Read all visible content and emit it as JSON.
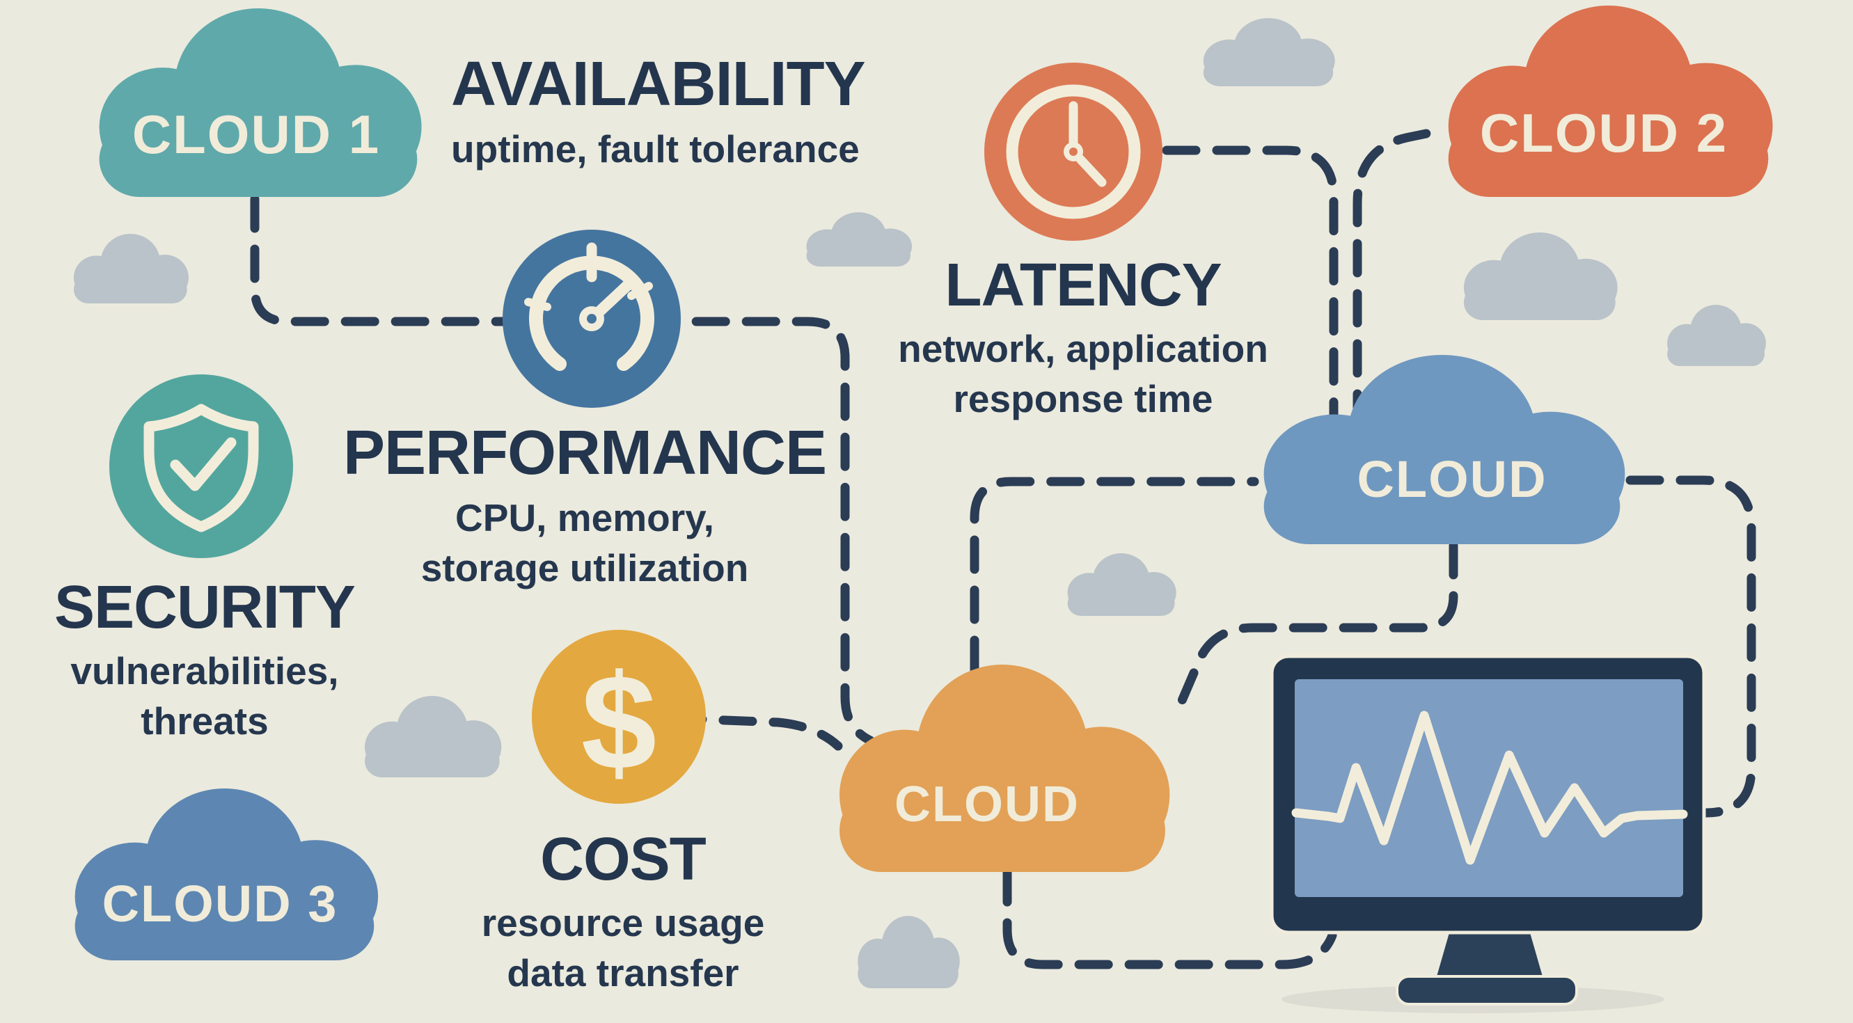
{
  "page_title": "Cloud Monitoring Infographic",
  "palette": {
    "background": "#ebeade",
    "heading_text": "#24364e",
    "connector": "#2b3c55",
    "cloud_label_cream": "#f1ecd9",
    "icon_cream": "#f2edda",
    "decorative_cloud_gray": "#b9c3c9",
    "monitor_body": "#22374e",
    "monitor_screen": "#7d9dc2",
    "monitor_stand": "#2b4159",
    "shadow": "#dcdcd2"
  },
  "clouds": {
    "cloud1": {
      "label": "CLOUD 1",
      "color": "#5fa9ab"
    },
    "cloud2": {
      "label": "CLOUD 2",
      "color": "#dc7250"
    },
    "cloud_center_blue": {
      "label": "CLOUD",
      "color": "#6f98c0"
    },
    "cloud_center_orange": {
      "label": "CLOUD",
      "color": "#e2a156"
    },
    "cloud3": {
      "label": "CLOUD 3",
      "color": "#5d87b2"
    }
  },
  "metrics": {
    "availability": {
      "title": "AVAILABILITY",
      "subtitle_line1": "uptime, fault tolerance"
    },
    "performance": {
      "title": "PERFORMANCE",
      "subtitle_line1": "CPU, memory,",
      "subtitle_line2": "storage utilization",
      "icon": "gauge-icon",
      "icon_color": "#44759f"
    },
    "latency": {
      "title": "LATENCY",
      "subtitle_line1": "network, application",
      "subtitle_line2": "response time",
      "icon": "clock-icon",
      "icon_color": "#dc7a55"
    },
    "security": {
      "title": "SECURITY",
      "subtitle_line1": "vulnerabilities,",
      "subtitle_line2": "threats",
      "icon": "shield-check-icon",
      "icon_color": "#53a69e"
    },
    "cost": {
      "title": "COST",
      "subtitle_line1": "resource usage",
      "subtitle_line2": "data transfer",
      "icon": "dollar-icon",
      "icon_color": "#e3a83f",
      "icon_glyph": "$"
    }
  },
  "monitor": {
    "description": "desktop monitor showing waveform pulse line",
    "body_color": "#22374e",
    "screen_color": "#7d9dc2",
    "waveform_color": "#f2edda"
  },
  "connector_style": {
    "color": "#2b3c55",
    "dash_pattern": "42 30"
  }
}
